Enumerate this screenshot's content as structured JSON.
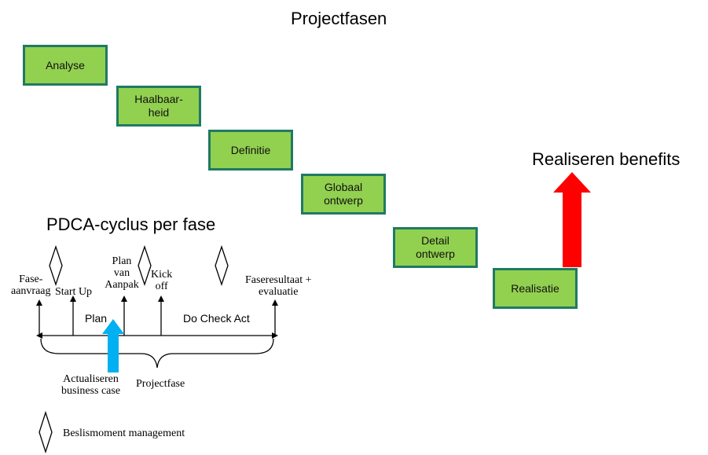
{
  "title": "Projectfasen",
  "phases": [
    {
      "label": "Analyse"
    },
    {
      "label": "Haalbaar-\nheid"
    },
    {
      "label": "Definitie"
    },
    {
      "label": "Globaal\nontwerp"
    },
    {
      "label": "Detail\nontwerp"
    },
    {
      "label": "Realisatie"
    }
  ],
  "benefits_label": "Realiseren benefits",
  "pdca": {
    "title": "PDCA-cyclus per fase",
    "labels": {
      "fase_aanvraag": "Fase-\naanvraag",
      "start_up": "Start Up",
      "plan_van_aanpak": "Plan\nvan\nAanpak",
      "kick_off": "Kick\noff",
      "faseresultaat": "Faseresultaat +\nevaluatie",
      "plan": "Plan",
      "do_check_act": "Do Check Act",
      "actualiseren": "Actualiseren\nbusiness case",
      "projectfase": "Projectfase"
    }
  },
  "legend": {
    "label": "Beslismoment management"
  },
  "colors": {
    "phase_fill": "#92d050",
    "phase_border": "#1f7a63",
    "benefits_arrow": "#ff0000",
    "business_case_arrow": "#00b0f0"
  }
}
